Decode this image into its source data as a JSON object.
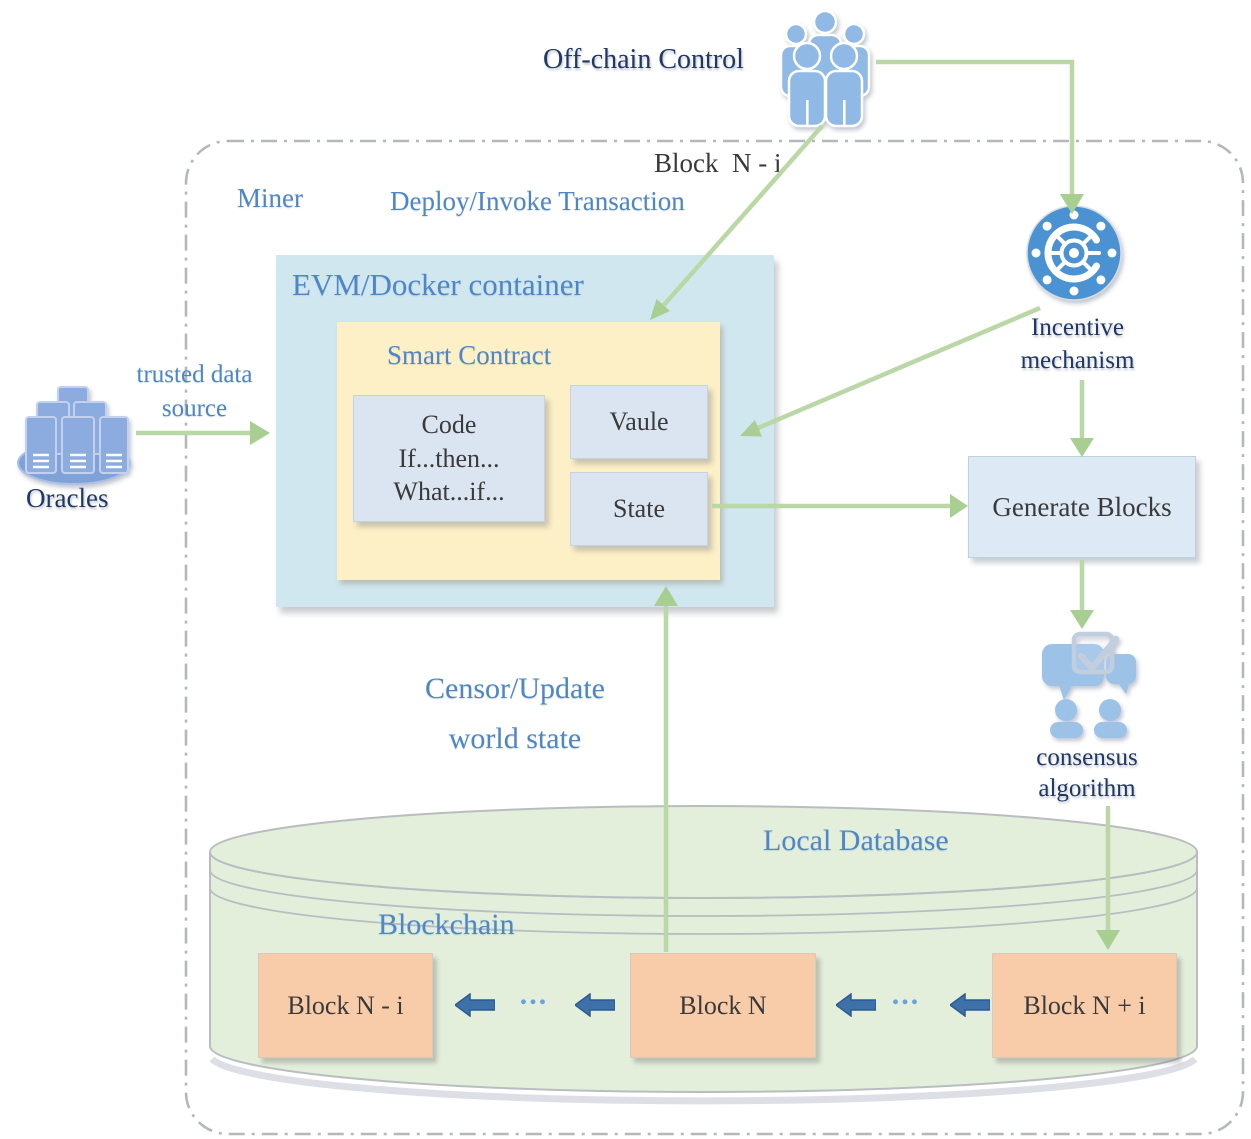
{
  "title": "Blockchain smart-contract architecture diagram",
  "colors": {
    "arrow_green": "#b9d8a6",
    "arrowhead_green": "#a8ce92",
    "label_blue": "#4e86c6",
    "dark_navy": "#1f3864",
    "evm_fill": "#d0e7f0",
    "smart_contract_fill": "#fdf0c6",
    "inner_box_fill": "#dbe5f2",
    "block_fill": "#f9cca9",
    "cylinder_fill": "#e3eedb",
    "people_icon_blue": "#90b9e6",
    "incentive_icon_blue": "#4b92d3",
    "chain_arrow_blue": "#3e70a9",
    "dash_border_gray": "#b4b8bc"
  },
  "nodes": {
    "off_chain_control": {
      "label": "Off-chain Control"
    },
    "miner": {
      "label": "Miner"
    },
    "evm": {
      "label": "EVM/Docker container"
    },
    "smart_contract": {
      "label": "Smart Contract"
    },
    "code": {
      "line1": "Code",
      "line2": "If...then...",
      "line3": "What...if..."
    },
    "vaule": {
      "label": "Vaule"
    },
    "state": {
      "label": "State"
    },
    "incentive": {
      "line1": "Incentive",
      "line2": "mechanism"
    },
    "generate_blocks": {
      "label": "Generate Blocks"
    },
    "consensus": {
      "line1": "consensus",
      "line2": "algorithm"
    },
    "local_database": {
      "label": "Local Database"
    },
    "blockchain": {
      "label": "Blockchain"
    },
    "block_n_minus_i": {
      "label": "Block N - i"
    },
    "block_n": {
      "label": "Block N"
    },
    "block_n_plus_i": {
      "label": "Block N + i"
    },
    "oracles": {
      "label": "Oracles"
    }
  },
  "edges": {
    "block_transfer_label": "Block  N - i",
    "deploy_invoke": "Deploy/Invoke Transaction",
    "censor_line1": "Censor/Update",
    "censor_line2": "world state",
    "trusted_line1": "trusted data",
    "trusted_line2": "source",
    "ellipsis": "..."
  }
}
